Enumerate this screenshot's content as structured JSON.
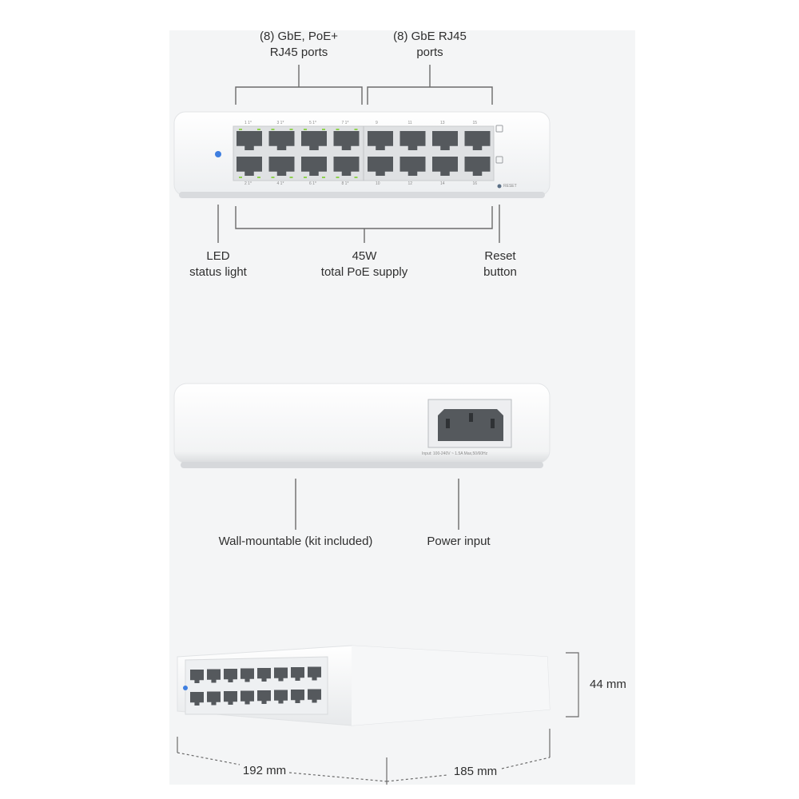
{
  "front_view": {
    "callouts": {
      "poe_ports": [
        "(8) GbE, PoE+",
        "RJ45 ports"
      ],
      "gbe_ports": [
        "(8) GbE RJ45",
        "ports"
      ],
      "led": [
        "LED",
        "status light"
      ],
      "poe_supply": [
        "45W",
        "total PoE supply"
      ],
      "reset": [
        "Reset",
        "button"
      ]
    },
    "port_labels_top": [
      "1 1*",
      "3 1*",
      "5 1*",
      "7 1*",
      "9",
      "11",
      "13",
      "15"
    ],
    "port_labels_bottom": [
      "2 1*",
      "4 1*",
      "6 1*",
      "8 1*",
      "10",
      "12",
      "14",
      "16"
    ],
    "reset_text": "RESET"
  },
  "rear_view": {
    "callouts": {
      "wall_mount": "Wall-mountable (kit included)",
      "power_input": "Power input"
    },
    "power_spec": "Input: 100-240V ~ 1.5A Max,50/60Hz"
  },
  "dimension_view": {
    "height": "44 mm",
    "width": "192 mm",
    "depth": "185 mm"
  },
  "colors": {
    "panel": "#f4f5f6",
    "device_white": "#fbfbfc",
    "port_dark": "#55595d",
    "led_blue": "#3f7fe0",
    "line": "#6b6b6b"
  }
}
